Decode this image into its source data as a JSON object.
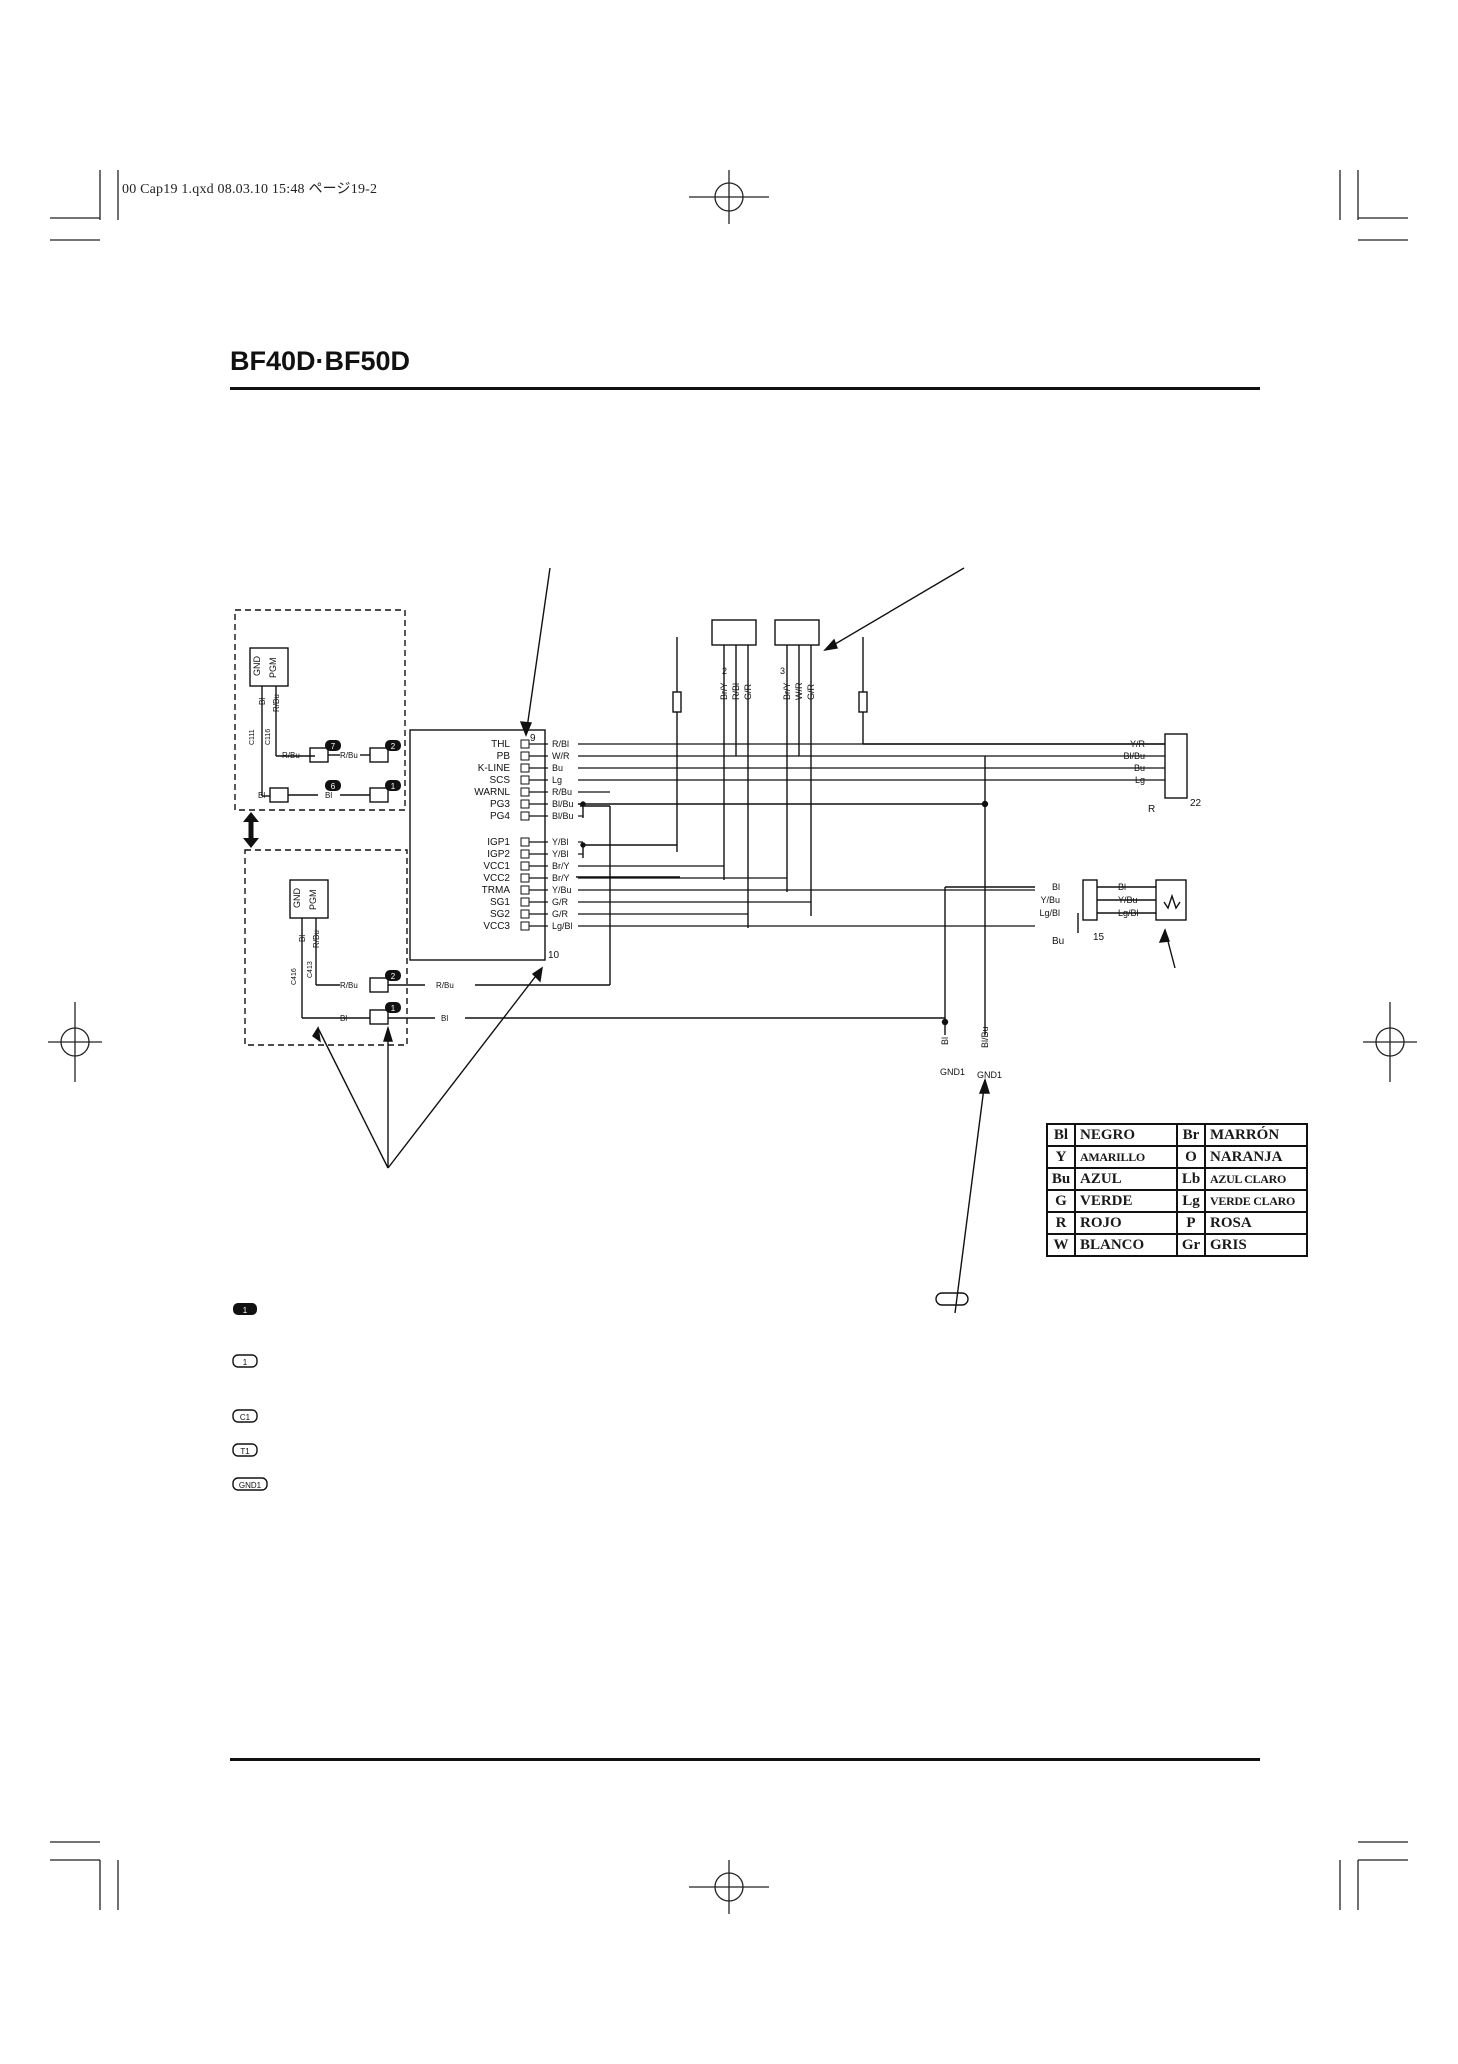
{
  "header": {
    "print_info": "00 Cap19 1.qxd  08.03.10  15:48   ページ19-2",
    "title": "BF40D·BF50D"
  },
  "ecm": {
    "pins": [
      {
        "pin": "THL",
        "wire": "R/Bl"
      },
      {
        "pin": "PB",
        "wire": "W/R"
      },
      {
        "pin": "K-LINE",
        "wire": "Bu"
      },
      {
        "pin": "SCS",
        "wire": "Lg"
      },
      {
        "pin": "WARNL",
        "wire": "R/Bu"
      },
      {
        "pin": "PG3",
        "wire": "Bl/Bu"
      },
      {
        "pin": "PG4",
        "wire": "Bl/Bu"
      },
      {
        "pin": "IGP1",
        "wire": "Y/Bl"
      },
      {
        "pin": "IGP2",
        "wire": "Y/Bl"
      },
      {
        "pin": "VCC1",
        "wire": "Br/Y"
      },
      {
        "pin": "VCC2",
        "wire": "Br/Y"
      },
      {
        "pin": "TRMA",
        "wire": "Y/Bu"
      },
      {
        "pin": "SG1",
        "wire": "G/R"
      },
      {
        "pin": "SG2",
        "wire": "G/R"
      },
      {
        "pin": "VCC3",
        "wire": "Lg/Bl"
      }
    ],
    "connector_top": "9",
    "connector_bottom": "10"
  },
  "sensor_left": {
    "connector": "2",
    "wires": [
      "Br/Y",
      "R/Bl",
      "G/R"
    ]
  },
  "sensor_right": {
    "connector": "3",
    "wires": [
      "Br/Y",
      "W/R",
      "G/R"
    ]
  },
  "panel_top": {
    "gnd": "GND",
    "pgm": "PGM",
    "wire_bl": "Bl",
    "wire_rbu": "R/Bu",
    "c111": "C111",
    "c116": "C116",
    "badges": [
      "7",
      "2",
      "6",
      "1"
    ],
    "labels": {
      "rbu_left": "R/Bu",
      "rbu_mid": "R/Bu",
      "bl_left": "Bl",
      "bl_mid": "Bl"
    }
  },
  "panel_bottom": {
    "gnd": "GND",
    "pgm": "PGM",
    "wire_bl": "Bl",
    "wire_rbu": "R/Bu",
    "c416": "C416",
    "c413": "C413",
    "badges": [
      "2",
      "1"
    ],
    "labels": {
      "rbu_left": "R/Bu",
      "rbu_run": "R/Bu",
      "bl_left": "Bl",
      "bl_run": "Bl"
    }
  },
  "connector_22": {
    "number": "22",
    "wires": [
      "Y/R",
      "Bl/Bu",
      "Bu",
      "Lg"
    ],
    "r_label": "R"
  },
  "connector_15": {
    "number": "15",
    "left_wires": [
      "Bl",
      "Y/Bu",
      "Lg/Bl"
    ],
    "right_wires": [
      "Bl",
      "Y/Bu",
      "Lg/Bl"
    ],
    "bu_label": "Bu"
  },
  "grounds": [
    {
      "wire": "Bl",
      "label": "GND1"
    },
    {
      "wire": "Bl/Bu",
      "label": "GND1"
    }
  ],
  "color_legend": [
    {
      "code": "Bl",
      "name": "NEGRO",
      "code2": "Br",
      "name2": "MARRÓN"
    },
    {
      "code": "Y",
      "name": "AMARILLO",
      "code2": "O",
      "name2": "NARANJA"
    },
    {
      "code": "Bu",
      "name": "AZUL",
      "code2": "Lb",
      "name2": "AZUL CLARO"
    },
    {
      "code": "G",
      "name": "VERDE",
      "code2": "Lg",
      "name2": "VERDE CLARO"
    },
    {
      "code": "R",
      "name": "ROJO",
      "code2": "P",
      "name2": "ROSA"
    },
    {
      "code": "W",
      "name": "BLANCO",
      "code2": "Gr",
      "name2": "GRIS"
    }
  ],
  "key_symbols": [
    "1",
    "1",
    "C1",
    "T1",
    "GND1"
  ]
}
